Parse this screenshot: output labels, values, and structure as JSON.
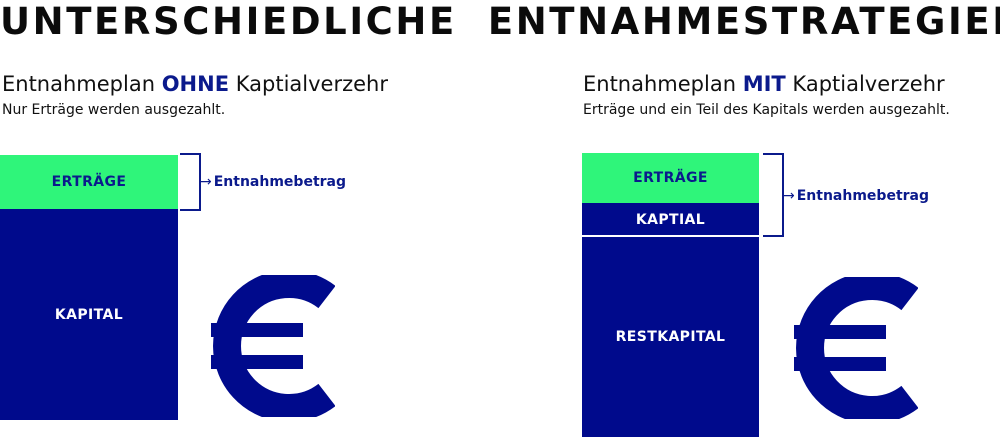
{
  "title": "UNTERSCHIEDLICHE  ENTNAHMESTRATEGIEN",
  "left": {
    "heading_pre": "Entnahmeplan ",
    "heading_kw": "OHNE",
    "heading_post": " Kaptialverzehr",
    "subtitle": "Nur Erträge werden ausgezahlt.",
    "blocks": {
      "top": "ERTRÄGE",
      "bottom": "KAPITAL"
    },
    "annotation": "Entnahmebetrag"
  },
  "right": {
    "heading_pre": "Entnahmeplan ",
    "heading_kw": "MIT",
    "heading_post": " Kaptialverzehr",
    "subtitle": "Erträge und ein Teil des Kapitals werden ausgezahlt.",
    "blocks": {
      "top": "ERTRÄGE",
      "middle": "KAPTIAL",
      "bottom": "RESTKAPITAL"
    },
    "annotation": "Entnahmebetrag"
  },
  "arrow_glyph": "→",
  "icons": {
    "currency": "euro-icon",
    "bracket": "bracket-icon"
  },
  "colors": {
    "navy": "#000a8c",
    "green": "#2ff57a",
    "text": "#111111"
  }
}
